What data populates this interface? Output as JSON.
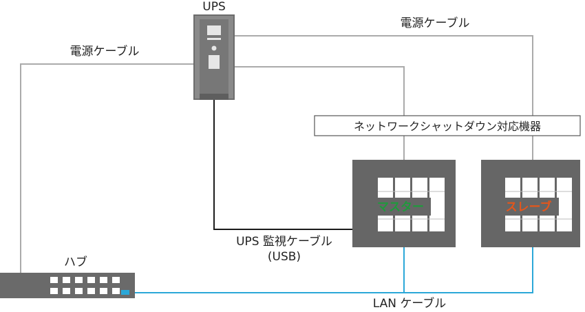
{
  "labels": {
    "ups": "UPS",
    "power_cable_left": "電源ケーブル",
    "power_cable_right": "電源ケーブル",
    "shutdown_devices": "ネットワークシャットダウン対応機器",
    "master": "マスター",
    "slave": "スレーブ",
    "ups_cable_line1": "UPS 監視ケーブル",
    "ups_cable_line2": "(USB)",
    "hub": "ハブ",
    "lan_cable": "LAN ケーブル"
  },
  "colors": {
    "power_line": "#aaaaaa",
    "usb_line": "#1a1a1a",
    "lan_line": "#2aa7d8",
    "device_gray": "#666666",
    "master_text": "#1f9a3c",
    "slave_text": "#e5561b"
  }
}
